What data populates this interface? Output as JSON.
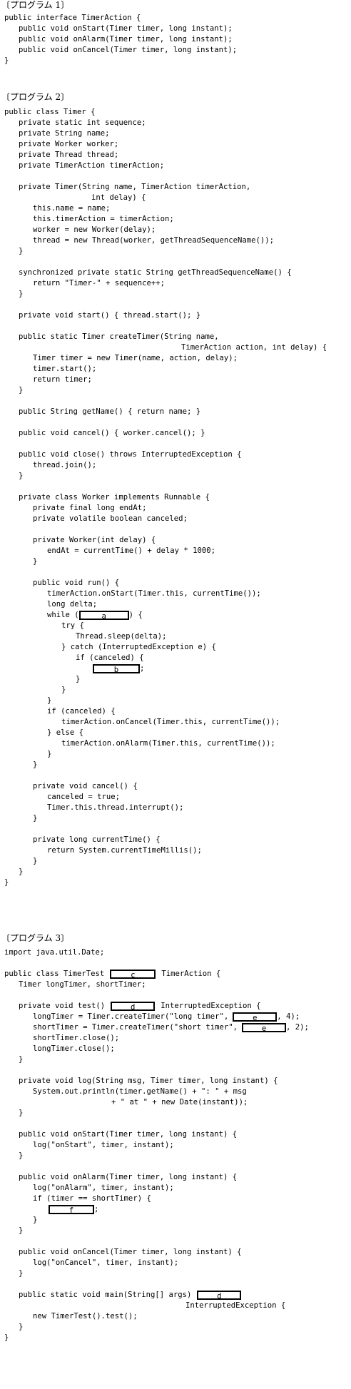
{
  "headers": {
    "prog1": "〔プログラム 1〕",
    "prog2": "〔プログラム 2〕",
    "prog3": "〔プログラム 3〕"
  },
  "blanks": {
    "a": "a",
    "b": "b",
    "c": "c",
    "d": "d",
    "e": "e",
    "f": "f"
  },
  "prog1": [
    "public interface TimerAction {",
    "public void onStart(Timer timer, long instant);",
    "public void onAlarm(Timer timer, long instant);",
    "public void onCancel(Timer timer, long instant);",
    "}"
  ],
  "prog2": {
    "l01": "public class Timer {",
    "l02": "private static int sequence;",
    "l03": "private String name;",
    "l04": "private Worker worker;",
    "l05": "private Thread thread;",
    "l06": "private TimerAction timerAction;",
    "l07": "private Timer(String name, TimerAction timerAction,",
    "l08": "int delay) {",
    "l09": "this.name = name;",
    "l10": "this.timerAction = timerAction;",
    "l11": "worker = new Worker(delay);",
    "l12": "thread = new Thread(worker, getThreadSequenceName());",
    "l13": "}",
    "l14": "synchronized private static String getThreadSequenceName() {",
    "l15": "return \"Timer-\" + sequence++;",
    "l16": "}",
    "l17": "private void start() { thread.start(); }",
    "l18": "public static Timer createTimer(String name,",
    "l19": "TimerAction action, int delay) {",
    "l20": "Timer timer = new Timer(name, action, delay);",
    "l21": "timer.start();",
    "l22": "return timer;",
    "l23": "}",
    "l24": "public String getName() { return name; }",
    "l25": "public void cancel() { worker.cancel(); }",
    "l26": "public void close() throws InterruptedException {",
    "l27": "thread.join();",
    "l28": "}",
    "l29": "private class Worker implements Runnable {",
    "l30": "private final long endAt;",
    "l31": "private volatile boolean canceled;",
    "l32": "private Worker(int delay) {",
    "l33": "endAt = currentTime() + delay * 1000;",
    "l34": "}",
    "l35": "public void run() {",
    "l36": "timerAction.onStart(Timer.this, currentTime());",
    "l37": "long delta;",
    "l38a": "while (",
    "l38b": ") {",
    "l39": "try {",
    "l40": "Thread.sleep(delta);",
    "l41": "} catch (InterruptedException e) {",
    "l42": "if (canceled) {",
    "l43b": ";",
    "l44": "}",
    "l45": "}",
    "l46": "}",
    "l47": "if (canceled) {",
    "l48": "timerAction.onCancel(Timer.this, currentTime());",
    "l49": "} else {",
    "l50": "timerAction.onAlarm(Timer.this, currentTime());",
    "l51": "}",
    "l52": "}",
    "l53": "private void cancel() {",
    "l54": "canceled = true;",
    "l55": "Timer.this.thread.interrupt();",
    "l56": "}",
    "l57": "private long currentTime() {",
    "l58": "return System.currentTimeMillis();",
    "l59": "}",
    "l60": "}",
    "l61": "}"
  },
  "prog3": {
    "l01": "import java.util.Date;",
    "l02a": "public class TimerTest",
    "l02b": "TimerAction {",
    "l03": "Timer longTimer, shortTimer;",
    "l04a": "private void test()",
    "l04b": "InterruptedException {",
    "l05a": "longTimer = Timer.createTimer(\"long timer\",",
    "l05b": ", 4);",
    "l06a": "shortTimer = Timer.createTimer(\"short timer\",",
    "l06b": ", 2);",
    "l07": "shortTimer.close();",
    "l08": "longTimer.close();",
    "l09": "}",
    "l10": "private void log(String msg, Timer timer, long instant) {",
    "l11": "System.out.println(timer.getName() + \": \" + msg",
    "l12": "+ \" at \" + new Date(instant));",
    "l13": "}",
    "l14": "public void onStart(Timer timer, long instant) {",
    "l15": "log(\"onStart\", timer, instant);",
    "l16": "}",
    "l17": "public void onAlarm(Timer timer, long instant) {",
    "l18": "log(\"onAlarm\", timer, instant);",
    "l19": "if (timer == shortTimer) {",
    "l20b": ";",
    "l21": "}",
    "l22": "}",
    "l23": "public void onCancel(Timer timer, long instant) {",
    "l24": "log(\"onCancel\", timer, instant);",
    "l25": "}",
    "l26a": "public static void main(String[] args)",
    "l27": "InterruptedException {",
    "l28": "new TimerTest().test();",
    "l29": "}",
    "l30": "}"
  }
}
